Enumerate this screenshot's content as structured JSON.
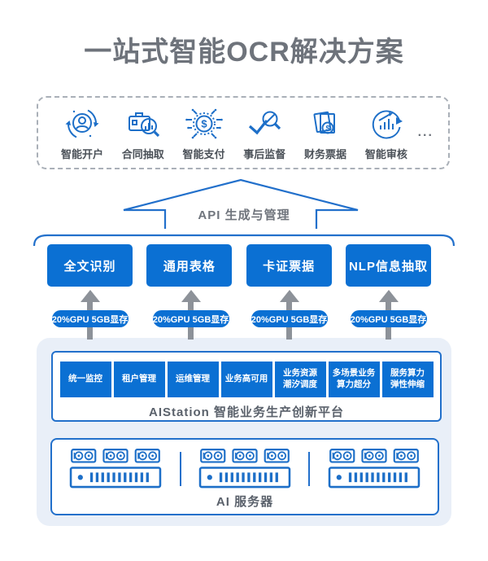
{
  "title": "一站式智能OCR解决方案",
  "scenarios": {
    "items": [
      {
        "label": "智能开户"
      },
      {
        "label": "合同抽取"
      },
      {
        "label": "智能支付"
      },
      {
        "label": "事后监督"
      },
      {
        "label": "财务票据"
      },
      {
        "label": "智能审核"
      }
    ],
    "more": "..."
  },
  "api": {
    "label": "API 生成与管理"
  },
  "services": {
    "items": [
      "全文识别",
      "通用表格",
      "卡证票据",
      "NLP信息抽取"
    ],
    "gpu_badge": "20%GPU 5GB显存"
  },
  "platform": {
    "modules": [
      "统一监控",
      "租户管理",
      "运维管理",
      "业务高可用",
      "业务资源\n潮汐调度",
      "多场景业务\n算力超分",
      "服务算力\n弹性伸缩"
    ],
    "label": "AIStation 智能业务生产创新平台"
  },
  "servers": {
    "label": "AI 服务器",
    "count": 3
  },
  "colors": {
    "primary_blue": "#0b70d3",
    "stroke_blue": "#2270cb",
    "icon_blue": "#1d6fc8",
    "light_blue_bg": "#e9eff8",
    "arrow_gray": "#8d9299",
    "title_gray": "#6e737b"
  }
}
